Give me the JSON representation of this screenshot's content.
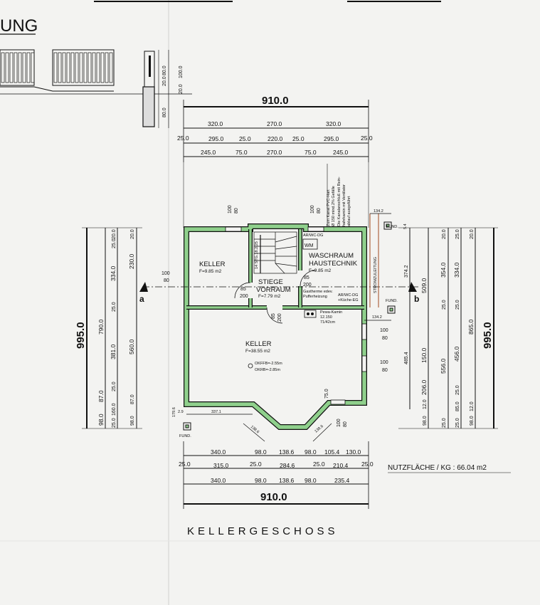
{
  "header": {
    "fragment": "UNG"
  },
  "section": {
    "dims": [
      "20.0",
      "80.0",
      "100.0",
      "20.0",
      "80.0"
    ]
  },
  "top_dims": {
    "total": "910.0",
    "row1": [
      "320.0",
      "270.0",
      "320.0"
    ],
    "row2": [
      "25.0",
      "295.0",
      "25.0",
      "220.0",
      "25.0",
      "295.0",
      "25.0"
    ],
    "row3": [
      "245.0",
      "75.0",
      "270.0",
      "75.0",
      "245.0"
    ]
  },
  "bottom_dims": {
    "row1": [
      "340.0",
      "98.0",
      "138.6",
      "98.0",
      "105.4",
      "130.0"
    ],
    "row2": [
      "25.0",
      "315.0",
      "25.0",
      "284.6",
      "25.0",
      "210.4",
      "25.0"
    ],
    "row3": [
      "340.0",
      "98.0",
      "138.6",
      "98.0",
      "235.4"
    ],
    "total": "910.0"
  },
  "left_dims": {
    "total": "995.0",
    "col1": [
      "790.0",
      "98.0",
      "87.0"
    ],
    "col2": [
      "20.0",
      "25.0",
      "334.0",
      "25.0",
      "381.0",
      "25.0",
      "160.0",
      "25.0"
    ],
    "col3": [
      "20.0",
      "230.0",
      "560.0",
      "87.0",
      "98.0"
    ]
  },
  "right_dims": {
    "total": "995.0",
    "col1": [
      "374.2",
      "485.4"
    ],
    "col2": [
      "509.0",
      "150.0",
      "206.0",
      "12.0",
      "98.0"
    ],
    "col3": [
      "20.0",
      "354.0",
      "25.0",
      "556.0",
      "25.0"
    ],
    "col4": [
      "25.0",
      "334.0",
      "25.0",
      "456.0",
      "25.0",
      "85.0",
      "25.0"
    ],
    "col5": [
      "20.0",
      "865.0",
      "12.0",
      "98.0"
    ]
  },
  "openings": {
    "top_keller": [
      "100",
      "80"
    ],
    "top_wasch": [
      "100",
      "80"
    ],
    "left_door": [
      "100",
      "80"
    ],
    "right_1": [
      "100",
      "80"
    ],
    "right_2": [
      "100",
      "80"
    ],
    "bottom": [
      "100",
      "80"
    ],
    "stair_85": "85",
    "stair_200": "200",
    "wasch_85": "85",
    "wasch_200": "200",
    "door_85": "85",
    "door_200": "200",
    "bay_75": "75.0"
  },
  "misc_dims": {
    "d134_top": "134.2",
    "d134_mid": "134.2",
    "d337": "337.1",
    "d179": "179.6",
    "d29": "2.9",
    "d138a": "138.6",
    "d138b": "138.6",
    "d5": "5.4"
  },
  "section_markers": {
    "left": "a",
    "right": "b"
  },
  "fundament": {
    "label": "FUND."
  },
  "rooms": {
    "keller_small": {
      "name": "KELLER",
      "area": "F=9.85 m2"
    },
    "stiege": {
      "name1": "STIEGE",
      "name2": "VORRAUM",
      "area": "F=7.79 m2",
      "steps": "14 STG.18.2/25"
    },
    "wasch": {
      "name1": "WASCHRAUM",
      "name2": "HAUSTECHNIK",
      "area": "F=9.85 m2"
    },
    "keller_big": {
      "name": "KELLER",
      "area": "F=38.55 m2",
      "okfb": "OKFFB=-2.55m",
      "okrb": "OKRB=-2.85m"
    }
  },
  "annotations": {
    "kanal1": "Zum Kanal PVC-Hart",
    "kanal2": "Ø 150 mind.2% Gefälle",
    "kanal3": "Die Kanalanschluß mit Rein-",
    "kanal4": "hahrkamin mit Ventilator",
    "kanal5": "ablauf ausgeführt",
    "wm": "WM",
    "wm_top": "AR/WC-DG",
    "strom": "STROMZULEITUNG",
    "gas1": "Gastherme edev.",
    "gas2": "Pufferheizung",
    "arwc1": "AR/WC-DG",
    "arwc2": "+Küche-EG",
    "kamin1": "Pewa-Kamin",
    "kamin2": "12.150",
    "kamin3": "71/42cm"
  },
  "nutzflaeche": "NUTZFLÄCHE / KG :  66.04 m2",
  "title": "KELLERGESCHOSS"
}
